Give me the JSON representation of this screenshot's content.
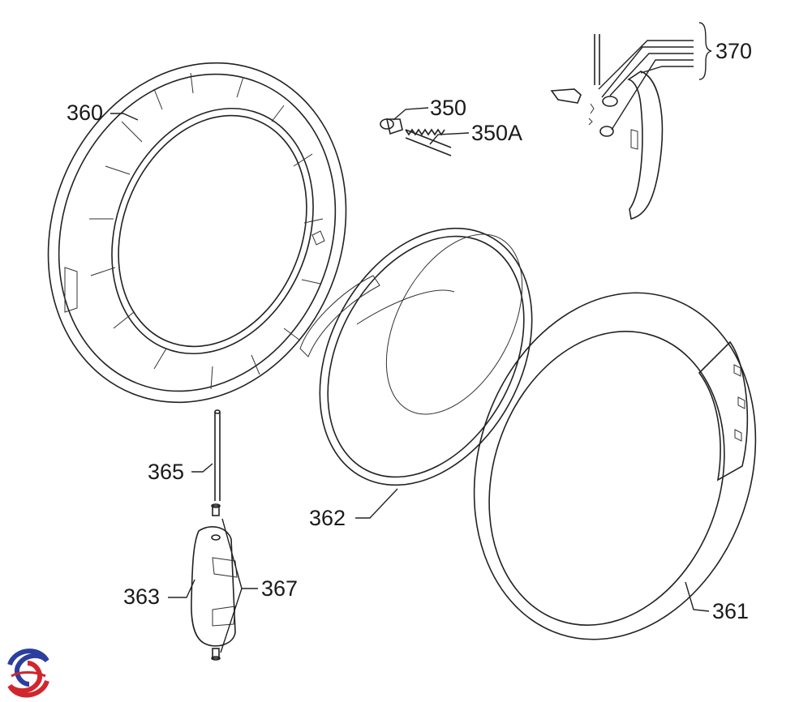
{
  "labels": {
    "p360": "360",
    "p350": "350",
    "p350A": "350A",
    "p370": "370",
    "p365": "365",
    "p362": "362",
    "p363": "363",
    "p367": "367",
    "p361": "361"
  },
  "colors": {
    "line": "#222222",
    "logo_blue": "#2a3f9e",
    "logo_red": "#d0262e"
  },
  "logo_icon": "brand-swirl-icon"
}
